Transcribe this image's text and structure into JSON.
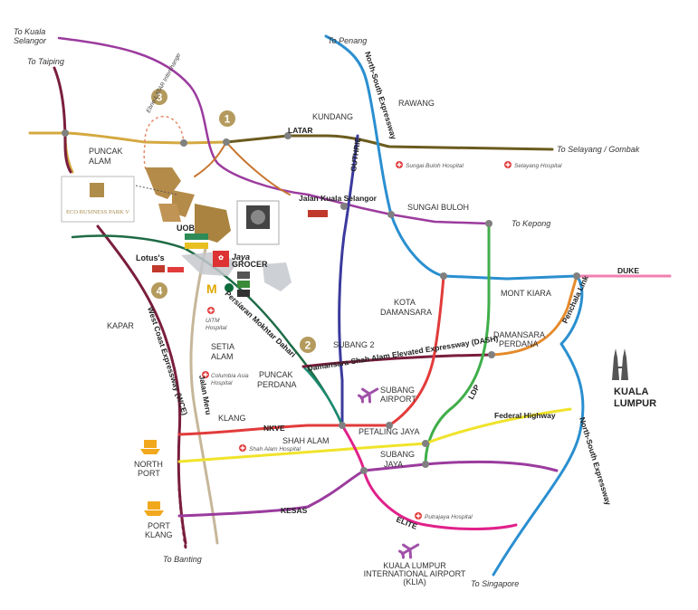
{
  "labels": {
    "to_kuala_selangor_1": "To Kuala",
    "to_kuala_selangor_2": "Selangor",
    "to_taiping": "To Taiping",
    "to_penang": "To Penang",
    "rawang": "RAWANG",
    "kundang": "KUNDANG",
    "latar": "LATAR",
    "to_selayang": "To Selayang / Gombak",
    "ns_expressway_north": "North-South Expressway",
    "guthrie": "GUTHRIE",
    "puncak_alam_1": "PUNCAK",
    "puncak_alam_2": "ALAM",
    "eco_business_park_1": "ECO BUSINESS PARK V",
    "jalan_kuala_selangor": "Jalan Kuala Selangor",
    "sungai_buloh": "SUNGAI BULOH",
    "to_kepong": "To Kepong",
    "sungai_buloh_hospital": "Sungai Buloh Hospital",
    "selayang_hospital": "Selayang Hospital",
    "latar_interchange": "Ebrio-LATAR Interchange",
    "lotus": "Lotus's",
    "uob": "UOB",
    "jaya_grocer_1": "Jaya",
    "jaya_grocer_2": "GROCER",
    "duke": "DUKE",
    "mont_kiara": "MONT KIARA",
    "kota_damansara_1": "KOTA",
    "kota_damansara_2": "DAMANSARA",
    "penchala_link": "Penchala Link",
    "kapar": "KAPAR",
    "wce": "West Coast Expressway (WCE)",
    "uitm_hospital_1": "UiTM",
    "uitm_hospital_2": "Hospital",
    "persiaran": "Persiaran Mokhtar Dahari",
    "setia_alam_1": "SETIA",
    "setia_alam_2": "ALAM",
    "subang_2": "SUBANG 2",
    "damansara_perdana_1": "DAMANSARA",
    "damansara_perdana_2": "PERDANA",
    "dash": "Damansara-Shah Alam Elevated Expressway (DASH)",
    "puncak_perdana_1": "PUNCAK",
    "puncak_perdana_2": "PERDANA",
    "columbia_hospital_1": "Columbia Asia",
    "columbia_hospital_2": "Hospital",
    "jalan_meru": "Jalan Meru",
    "subang_airport_1": "SUBANG",
    "subang_airport_2": "AIRPORT",
    "ldp": "LDP",
    "kuala_lumpur_1": "KUALA",
    "kuala_lumpur_2": "LUMPUR",
    "klang": "KLANG",
    "nkve": "NKVE",
    "petaling_jaya": "PETALING JAYA",
    "federal_highway": "Federal Highway",
    "shah_alam": "SHAH ALAM",
    "shah_alam_hospital": "Shah Alam Hospital",
    "subang_jaya_1": "SUBANG",
    "subang_jaya_2": "JAYA",
    "north_port_1": "NORTH",
    "north_port_2": "PORT",
    "ns_expressway_south": "North-South Expressway",
    "kesas": "KESAS",
    "port_klang_1": "PORT",
    "port_klang_2": "KLANG",
    "putrajaya_hospital": "Putrajaya Hospital",
    "elite": "ELITE",
    "klia_1": "KUALA LUMPUR",
    "klia_2": "INTERNATIONAL AIRPORT",
    "klia_3": "(KLIA)",
    "to_banting": "To Banting",
    "to_singapore": "To Singapore"
  },
  "markers": {
    "m1": "1",
    "m2": "2",
    "m3": "3",
    "m4": "4"
  },
  "colors": {
    "latar": "#6b5b1e",
    "gold": "#d4a940",
    "purple": "#9b3b9e",
    "maroon": "#7a1e3c",
    "blue": "#2a8fd0",
    "navy": "#3a3a9e",
    "green": "#3fae49",
    "red": "#e23b3b",
    "yellow": "#f0e32a",
    "orange": "#e58a2b",
    "magenta": "#e0218a",
    "teal": "#1a8a6e",
    "tan": "#c6b79a",
    "pink": "#f07fb0",
    "darkgreen": "#1f6b45",
    "brown": "#c8752f",
    "marker": "#b49a5c",
    "node": "#808080"
  },
  "icons": [
    "hospital-icon",
    "airplane-icon",
    "ship-icon",
    "petronas-towers-icon"
  ]
}
